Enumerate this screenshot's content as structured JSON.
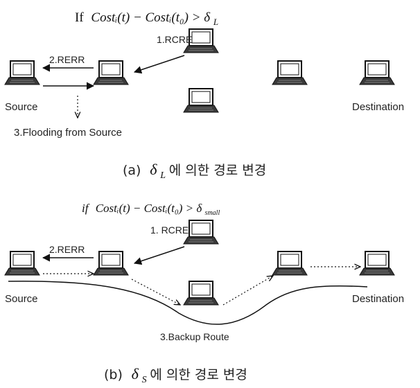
{
  "panel_a": {
    "formula": {
      "prefix": "If",
      "body": "Costᵢ(t) − Costᵢ(t₀) > δ",
      "sub": "L"
    },
    "labels": {
      "rcre": "1.RCRE",
      "rerr": "2.RERR",
      "source": "Source",
      "destination": "Destination",
      "flooding": "3.Flooding from Source"
    },
    "caption": {
      "prefix": "(a)",
      "symbol": "δ",
      "sub": "L",
      "text": "에 의한 경로 변경"
    }
  },
  "panel_b": {
    "formula": {
      "prefix": "if",
      "body": "Costᵢ(t) − Costᵢ(t₀) > δ",
      "sub": "small"
    },
    "labels": {
      "rcre": "1. RCRE",
      "rerr": "2.RERR",
      "source": "Source",
      "destination": "Destination",
      "backup": "3.Backup Route"
    },
    "caption": {
      "prefix": "(b)",
      "symbol": "δ",
      "sub": "S",
      "text": "에 의한 경로 변경"
    }
  }
}
